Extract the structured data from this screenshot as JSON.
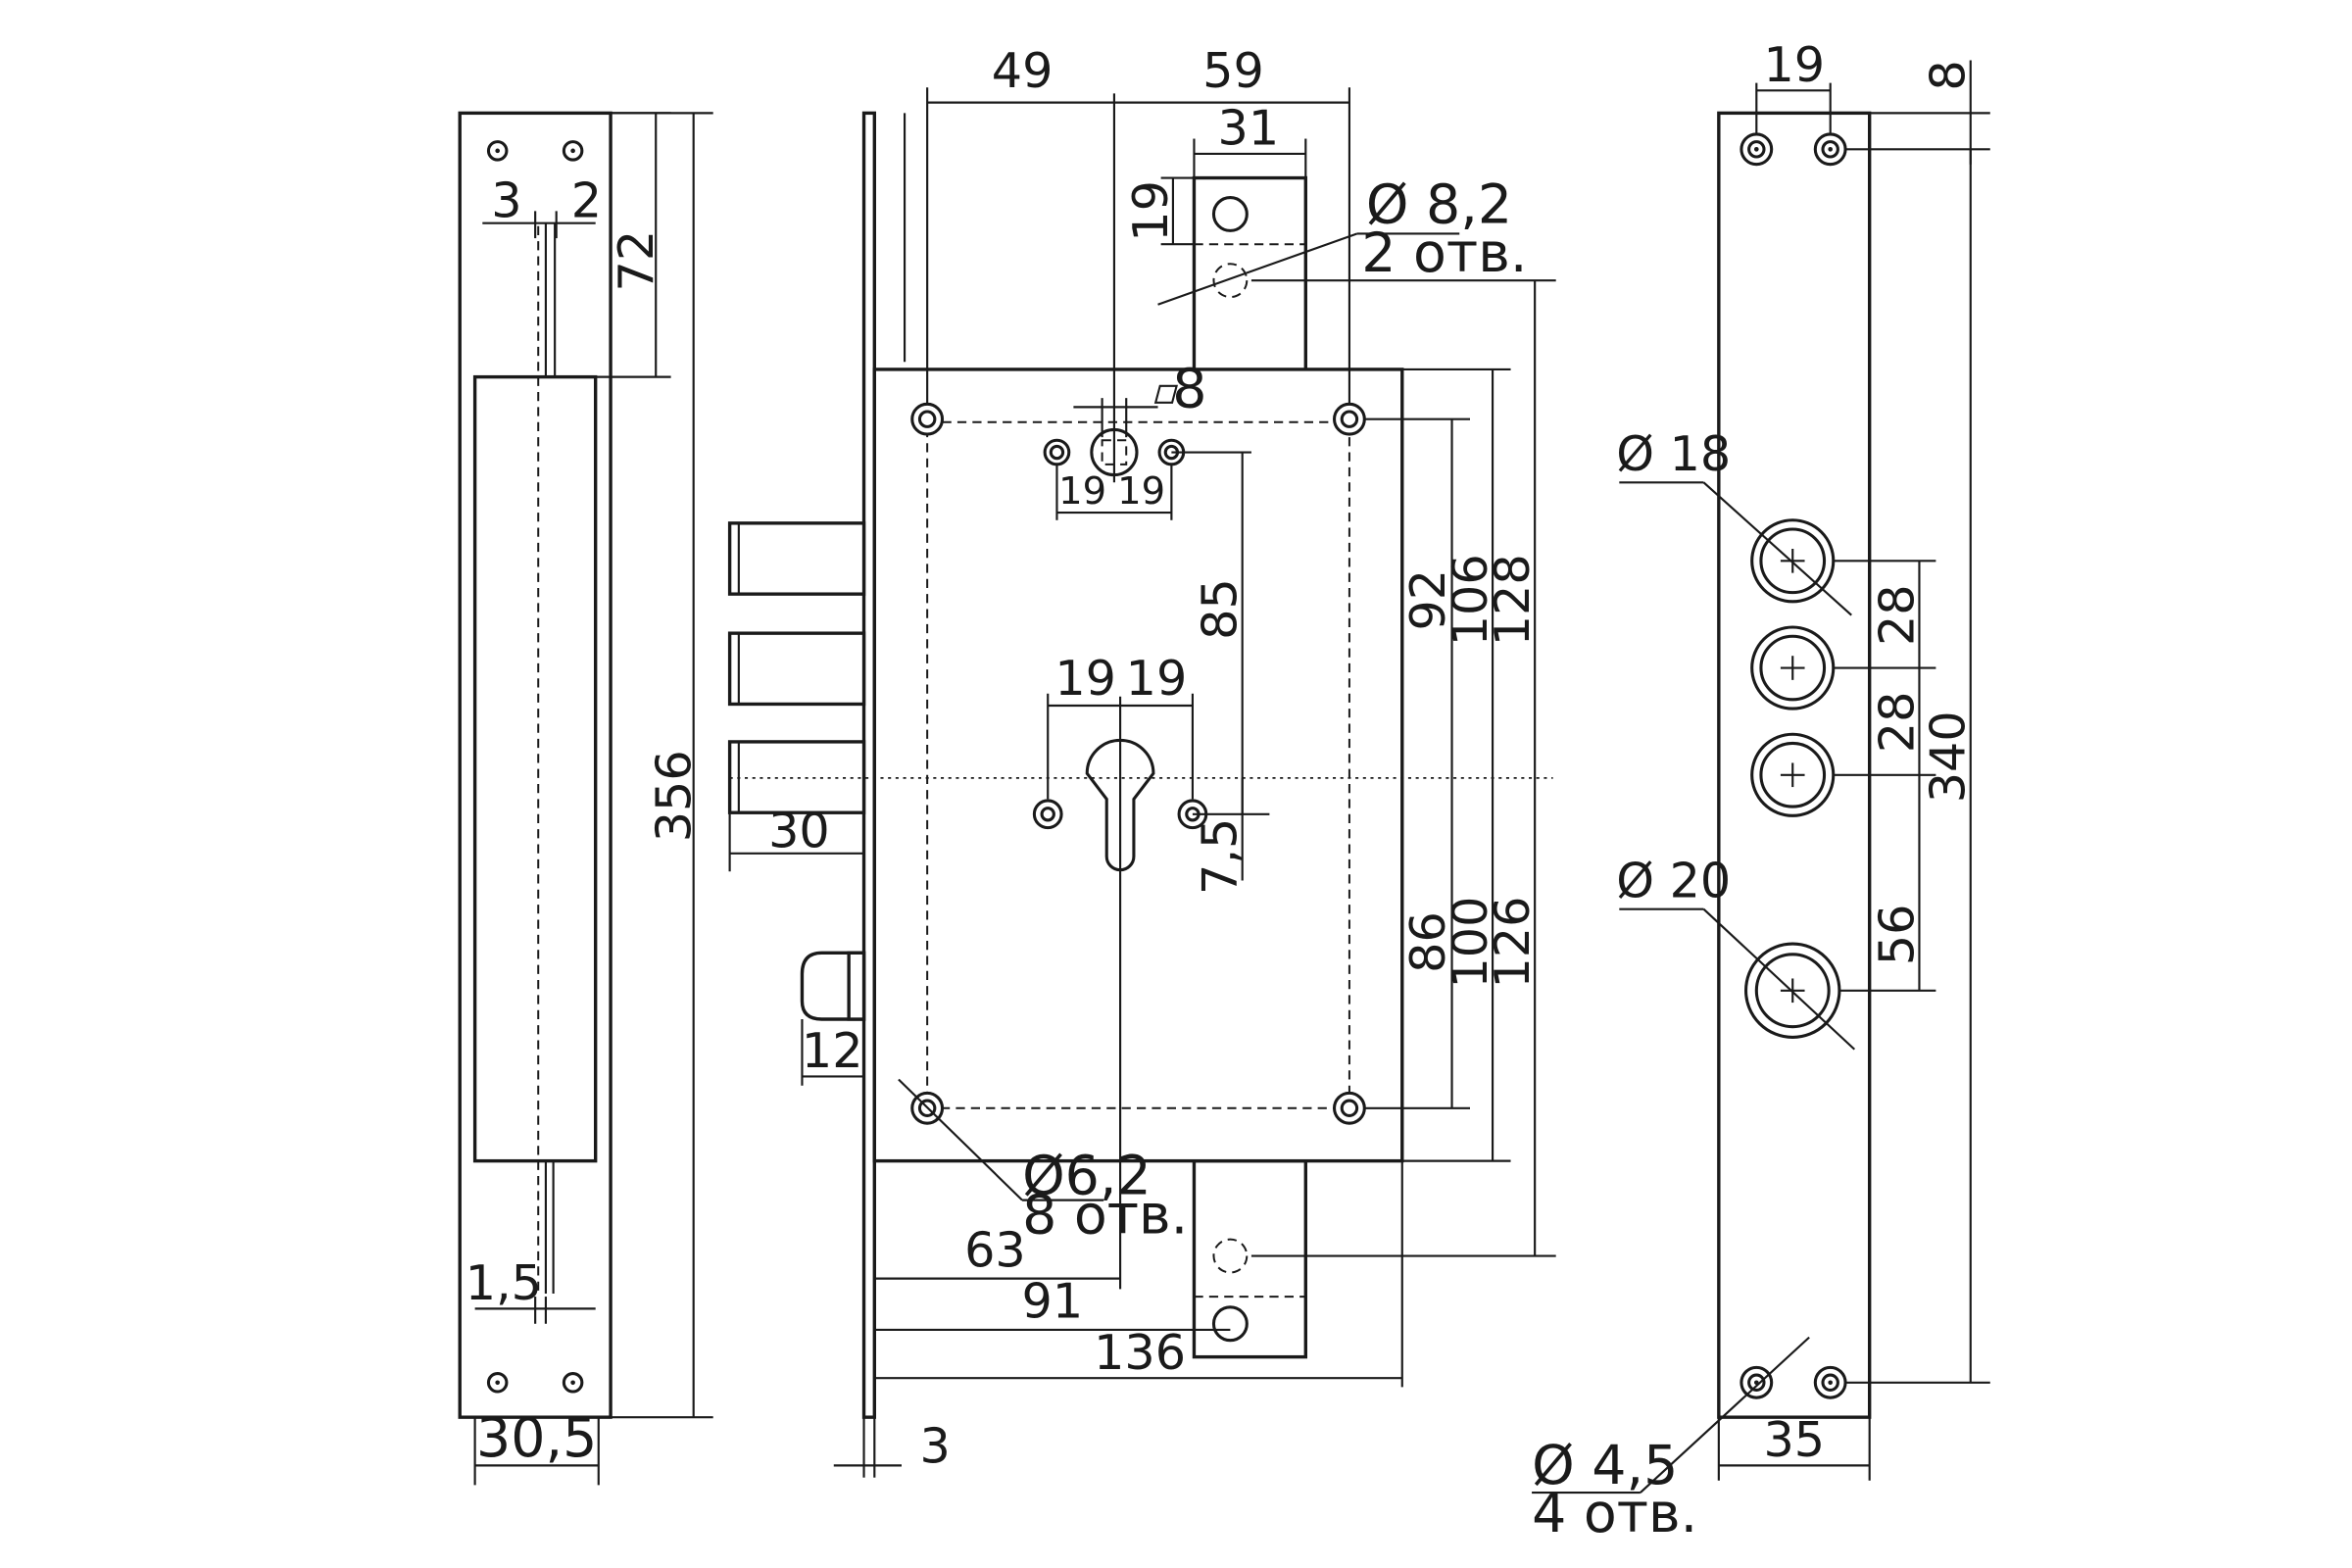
{
  "strike_plate": {
    "dims": {
      "d3": "3",
      "d2": "2",
      "d72": "72",
      "d356": "356",
      "d1_5": "1,5",
      "d30_5": "30,5"
    }
  },
  "lock_body": {
    "dims": {
      "d49": "49",
      "d59": "59",
      "d31": "31",
      "d19_top": "19",
      "d_sq8": "8",
      "d19_l": "19",
      "d19_r": "19",
      "d85": "85",
      "d19_cl": "19",
      "d19_cr": "19",
      "d7_5": "7,5",
      "d30": "30",
      "d12": "12",
      "d92": "92",
      "d106": "106",
      "d128": "128",
      "d86": "86",
      "d100": "100",
      "d126": "126",
      "d63": "63",
      "d91": "91",
      "d136": "136",
      "d3": "3"
    },
    "callouts": {
      "hole_8_2": "Ø 8,2",
      "hole_8_2_qty": "2 отв.",
      "hole_6_2": "Ø6,2",
      "hole_6_2_qty": "8 отв."
    }
  },
  "faceplate": {
    "dims": {
      "d19": "19",
      "d8": "8",
      "d28a": "28",
      "d28b": "28",
      "d56": "56",
      "d340": "340",
      "d35": "35"
    },
    "callouts": {
      "hole_18": "Ø 18",
      "hole_20": "Ø 20",
      "hole_4_5": "Ø 4,5",
      "hole_4_5_qty": "4 отв."
    }
  }
}
